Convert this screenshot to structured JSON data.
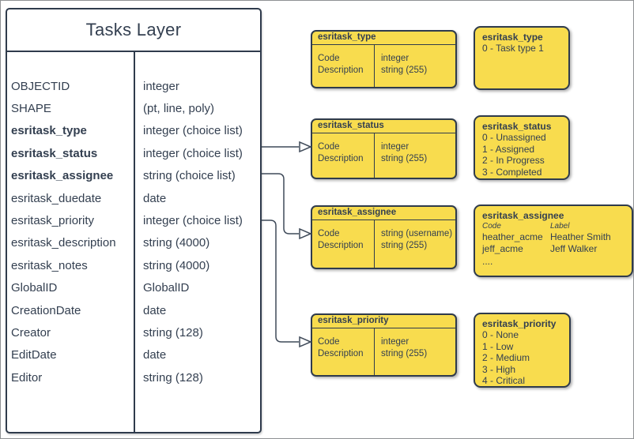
{
  "colors": {
    "accent_yellow": "#F8DC4E",
    "ink": "#333F50",
    "line": "#2F3B4C"
  },
  "layer": {
    "title": "Tasks Layer",
    "fields": [
      {
        "name": "OBJECTID",
        "type": "integer"
      },
      {
        "name": "SHAPE",
        "type": "(pt, line, poly)"
      },
      {
        "name": "esritask_type",
        "type": "integer (choice list)"
      },
      {
        "name": "esritask_status",
        "type": "integer (choice list)"
      },
      {
        "name": "esritask_assignee",
        "type": "string (choice list)"
      },
      {
        "name": "esritask_duedate",
        "type": "date"
      },
      {
        "name": "esritask_priority",
        "type": "integer (choice list)"
      },
      {
        "name": "esritask_description",
        "type": "string (4000)"
      },
      {
        "name": "esritask_notes",
        "type": "string (4000)"
      },
      {
        "name": "GlobalID",
        "type": "GlobalID"
      },
      {
        "name": "CreationDate",
        "type": "date"
      },
      {
        "name": "Creator",
        "type": "string (128)"
      },
      {
        "name": "EditDate",
        "type": "date"
      },
      {
        "name": "Editor",
        "type": "string (128)"
      }
    ]
  },
  "domain_tables": [
    {
      "title": "esritask_type",
      "rows": [
        [
          "Code",
          "integer"
        ],
        [
          "Description",
          "string (255)"
        ]
      ]
    },
    {
      "title": "esritask_status",
      "rows": [
        [
          "Code",
          "integer"
        ],
        [
          "Description",
          "string (255)"
        ]
      ]
    },
    {
      "title": "esritask_assignee",
      "rows": [
        [
          "Code",
          "string  (username)"
        ],
        [
          "Description",
          "string (255)"
        ]
      ]
    },
    {
      "title": "esritask_priority",
      "rows": [
        [
          "Code",
          "integer"
        ],
        [
          "Description",
          "string (255)"
        ]
      ]
    }
  ],
  "value_lists": {
    "type": {
      "title": "esritask_type",
      "items": [
        "0 - Task type 1"
      ]
    },
    "status": {
      "title": "esritask_status",
      "items": [
        "0 - Unassigned",
        "1 - Assigned",
        "2 - In Progress",
        "3 - Completed"
      ]
    },
    "assignee": {
      "title": "esritask_assignee",
      "col_headers": [
        "Code",
        "Label"
      ],
      "pairs": [
        [
          "heather_acme",
          "Heather Smith"
        ],
        [
          "jeff_acme",
          "Jeff Walker"
        ]
      ],
      "ellipsis": "...."
    },
    "priority": {
      "title": "esritask_priority",
      "items": [
        "0 - None",
        "1 - Low",
        "2 - Medium",
        "3 - High",
        "4 - Critical"
      ]
    }
  }
}
